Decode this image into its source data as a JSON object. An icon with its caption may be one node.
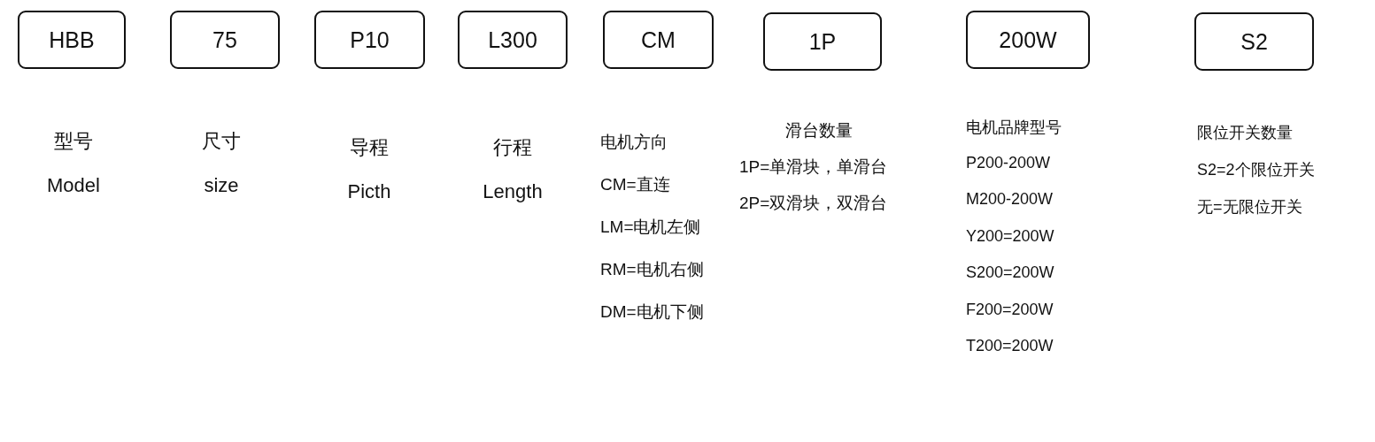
{
  "diagram": {
    "nodes": [
      {
        "text": [
          "HBB"
        ],
        "beside": [
          "型号",
          "Model"
        ]
      },
      {
        "text": [
          "75"
        ],
        "beside": [
          "尺寸",
          "size"
        ]
      },
      {
        "text": [
          "P10"
        ],
        "beside": [
          "导程",
          "Picth"
        ]
      },
      {
        "text": [
          "L300"
        ],
        "beside": [
          "行程",
          "Length"
        ]
      },
      {
        "text": [
          "CM"
        ],
        "beside": [
          "电机方向",
          "CM=直连",
          "LM=电机左侧",
          "RM=电机右侧",
          "DM=电机下侧"
        ]
      },
      {
        "text": [
          "1P"
        ],
        "beside": [
          "滑台数量",
          "1P=单滑块，单滑台",
          "2P=双滑块，双滑台"
        ]
      },
      {
        "text": [
          "200W"
        ],
        "beside": [
          "电机品牌型号",
          "P200-200W",
          "M200-200W",
          "Y200=200W",
          "S200=200W",
          "F200=200W",
          "T200=200W"
        ]
      },
      {
        "text": [
          "S2"
        ],
        "beside": [
          "限位开关数量",
          "S2=2个限位开关",
          "无=无限位开关"
        ]
      }
    ]
  }
}
